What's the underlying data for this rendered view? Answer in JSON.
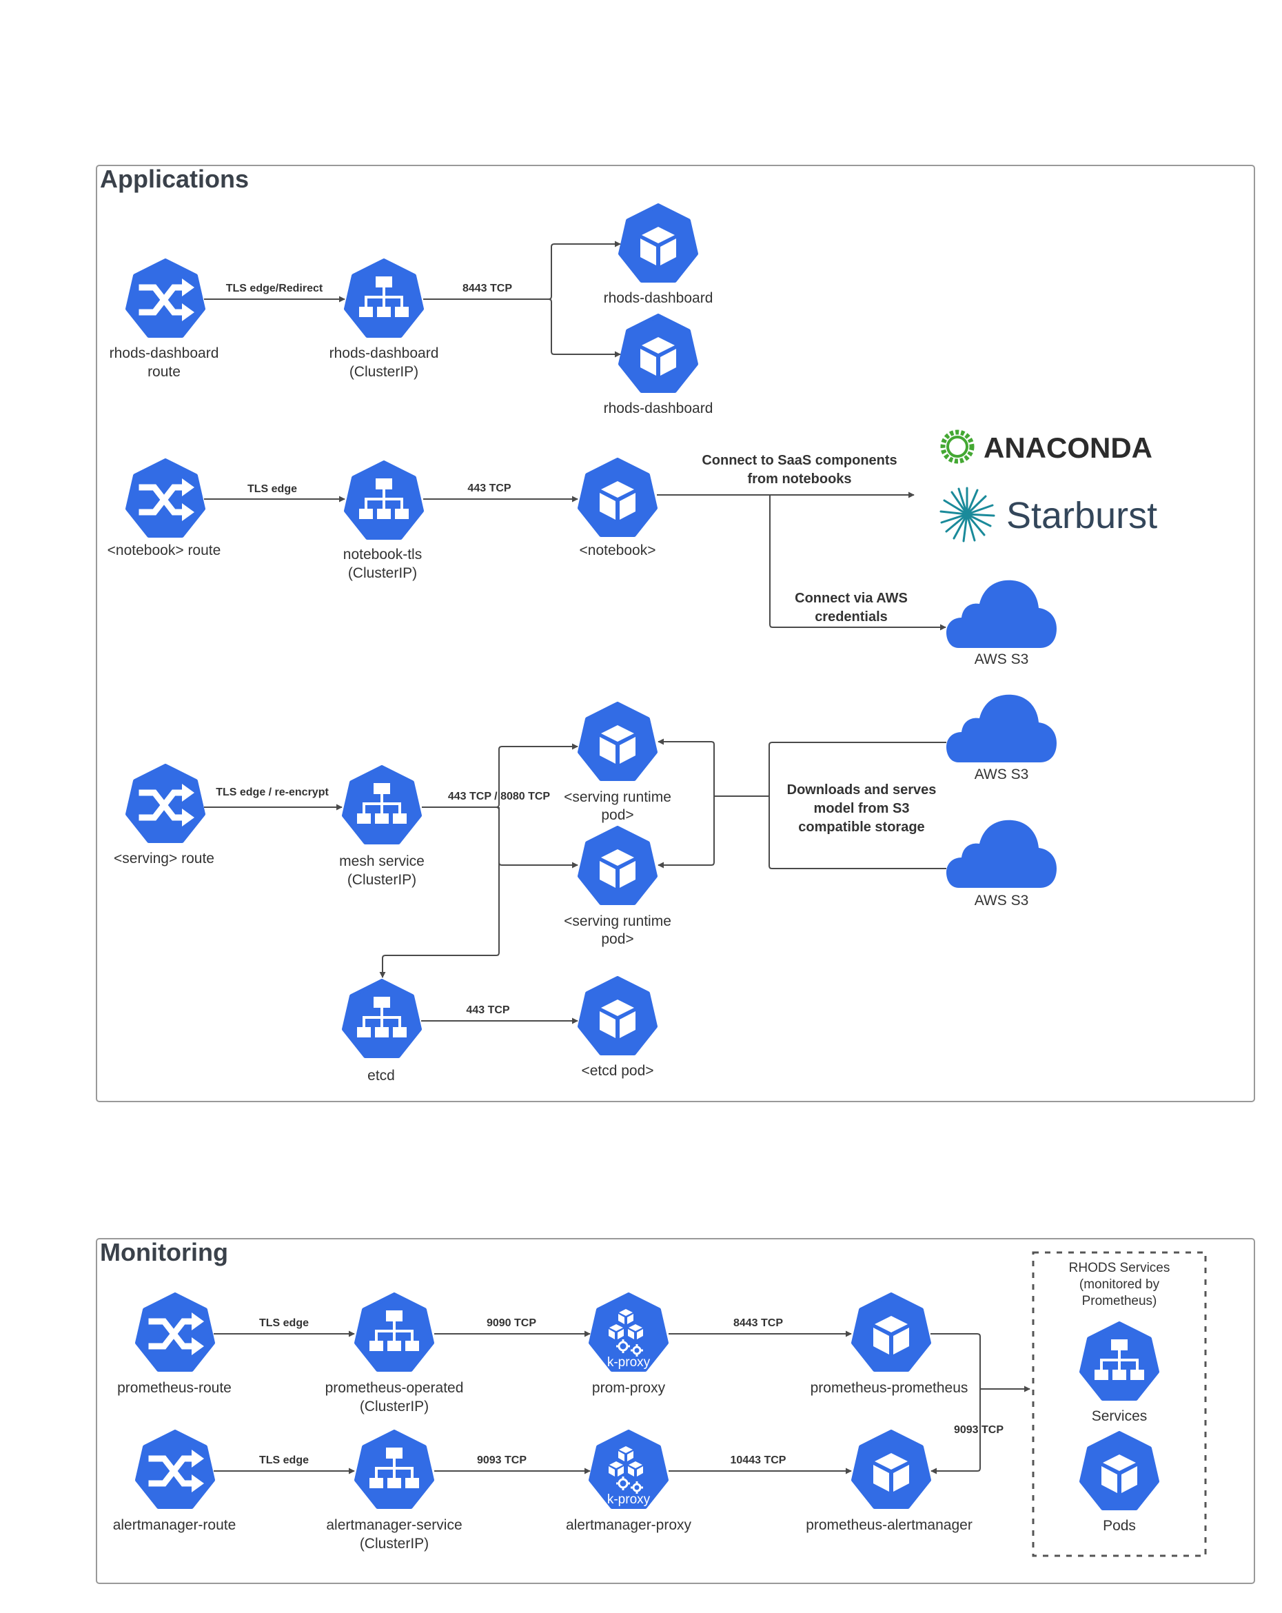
{
  "sections": {
    "applications": "Applications",
    "monitoring": "Monitoring"
  },
  "colors": {
    "icon_blue": "#326ce5",
    "line": "#4a4a4a",
    "frame": "#999999"
  },
  "apps": {
    "row1": {
      "route": [
        "rhods-dashboard",
        "route"
      ],
      "service": [
        "rhods-dashboard",
        "(ClusterIP)"
      ],
      "pod_a": "rhods-dashboard",
      "pod_b": "rhods-dashboard",
      "edge_route": "TLS edge/Redirect",
      "edge_service": "8443 TCP"
    },
    "row2": {
      "route": "<notebook> route",
      "service": [
        "notebook-tls",
        "(ClusterIP)"
      ],
      "pod": "<notebook>",
      "edge_route": "TLS edge",
      "edge_service": "443 TCP",
      "saas_note": [
        "Connect to SaaS components",
        "from notebooks"
      ],
      "aws_note": [
        "Connect via AWS",
        "credentials"
      ],
      "aws": "AWS S3",
      "logo_anaconda": "ANACONDA",
      "logo_starburst": "Starburst"
    },
    "row3": {
      "route": "<serving> route",
      "service": [
        "mesh service",
        "(ClusterIP)"
      ],
      "pod_a": [
        "<serving runtime",
        "pod>"
      ],
      "pod_b": [
        "<serving runtime",
        "pod>"
      ],
      "edge_route": "TLS edge / re-encrypt",
      "edge_service": "443 TCP / 8080 TCP",
      "s3_note": [
        "Downloads and serves",
        "model from S3",
        "compatible storage"
      ],
      "aws_a": "AWS S3",
      "aws_b": "AWS S3",
      "etcd": "etcd",
      "etcd_pod": "<etcd pod>",
      "edge_etcd": "443 TCP"
    }
  },
  "mon": {
    "row1": {
      "route": "prometheus-route",
      "service": [
        "prometheus-operated",
        "(ClusterIP)"
      ],
      "proxy": "prom-proxy",
      "pod": "prometheus-prometheus",
      "edge_route": "TLS edge",
      "edge_service": "9090 TCP",
      "edge_proxy": "8443 TCP"
    },
    "row2": {
      "route": "alertmanager-route",
      "service": [
        "alertmanager-service",
        "(ClusterIP)"
      ],
      "proxy": "alertmanager-proxy",
      "pod": "prometheus-alertmanager",
      "edge_route": "TLS edge",
      "edge_service": "9093 TCP",
      "edge_proxy": "10443 TCP"
    },
    "edge_alert": "9093 TCP",
    "kproxy": "k-proxy",
    "rhods_box": [
      "RHODS Services",
      "(monitored by",
      "Prometheus)"
    ],
    "rhods_services": "Services",
    "rhods_pods": "Pods"
  }
}
